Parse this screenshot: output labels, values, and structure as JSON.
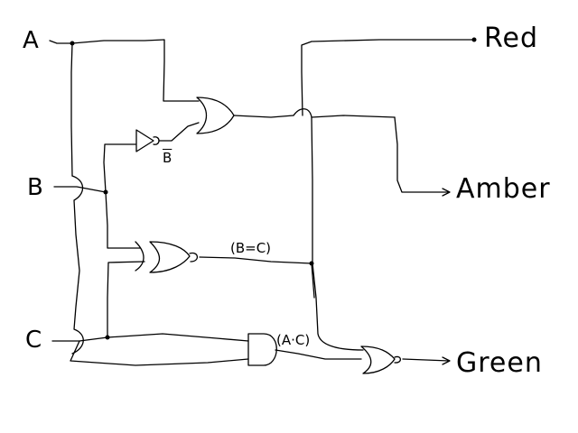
{
  "inputs": {
    "a": "A",
    "b": "B",
    "c": "C"
  },
  "outputs": {
    "red": "Red",
    "amber": "Amber",
    "green": "Green"
  },
  "annotations": {
    "not_b": "B",
    "b_xnor_c": "(B=C)",
    "a_and_c": "(A·C)"
  },
  "colors": {
    "ink": "#000000",
    "background": "#ffffff"
  }
}
